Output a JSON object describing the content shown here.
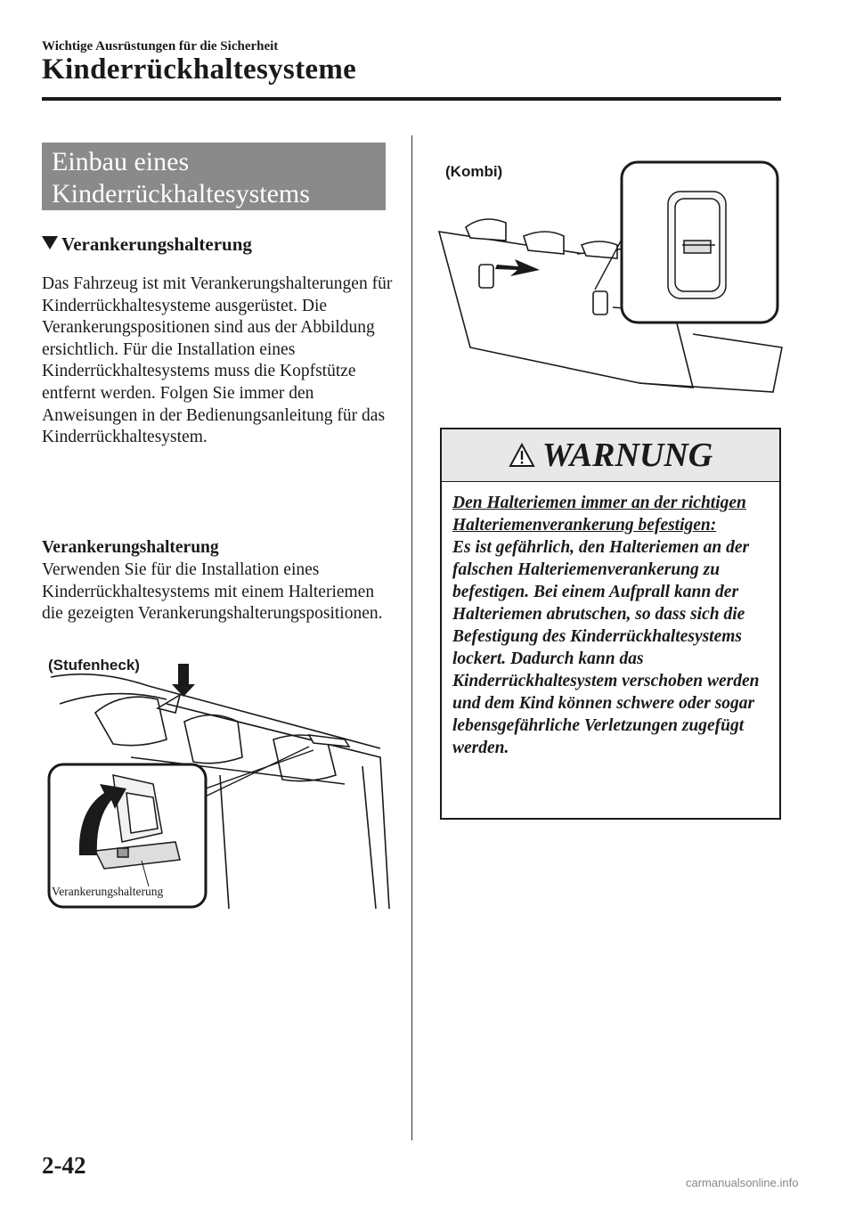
{
  "header": {
    "chapter": "Wichtige Ausrüstungen für die Sicherheit",
    "section": "Kinderrückhaltesysteme"
  },
  "left": {
    "title_line1": "Einbau eines",
    "title_line2": "Kinderrückhaltesystems",
    "subhead": "Verankerungshalterung",
    "para1": "Das Fahrzeug ist mit Verankerungshalterungen für Kinderrückhaltesysteme ausgerüstet. Die Verankerungspositionen sind aus der Abbildung ersichtlich. Für die Installation eines Kinderrückhaltesystems muss die Kopfstütze entfernt werden. Folgen Sie immer den Anweisungen in der Bedienungsanleitung für das Kinderrückhaltesystem.",
    "para2_title": "Verankerungshalterung",
    "para2": "Verwenden Sie für die Installation eines Kinderrückhaltesystems mit einem Halteriemen die gezeigten Verankerungshalterungspositionen.",
    "figure": {
      "label": "(Stufenheck)",
      "callout": "Verankerungshalterung"
    }
  },
  "right": {
    "figure": {
      "label": "(Kombi)"
    },
    "warning": {
      "title": "WARNUNG",
      "icon": "warning-triangle-icon",
      "lead": "Den Halteriemen immer an der richtigen Halteriemenverankerung befestigen:",
      "body": "Es ist gefährlich, den Halteriemen an der falschen Halteriemenverankerung zu befestigen. Bei einem Aufprall kann der Halteriemen abrutschen, so dass sich die Befestigung des Kinderrückhaltesystems lockert. Dadurch kann das Kinderrückhaltesystem verschoben werden und dem Kind können schwere oder sogar lebensgefährliche Verletzungen zugefügt werden."
    }
  },
  "page_number": "2-42",
  "watermark": "carmanualsonline.info"
}
